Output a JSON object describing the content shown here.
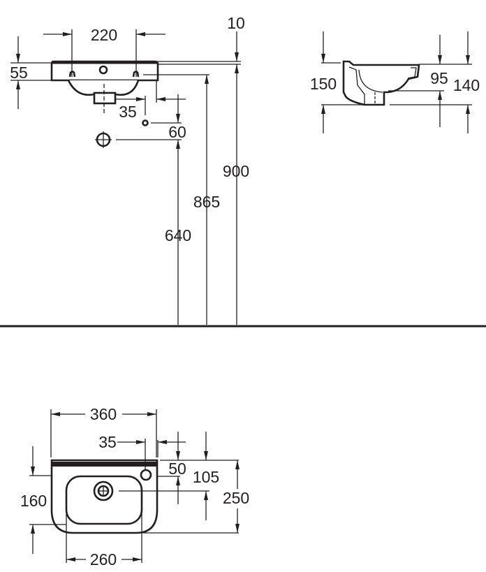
{
  "front_view": {
    "basin_width": "220",
    "rim_height": "55",
    "rim_thickness": "10",
    "rim_to_floor": "900",
    "hole_to_floor": "865",
    "waste_to_floor": "640",
    "waste_offset": "35",
    "tap_drop": "60"
  },
  "side_view": {
    "overall_depth": "150",
    "bowl_depth": "95",
    "height": "140"
  },
  "plan_view": {
    "overall_width": "360",
    "tap_offset": "35",
    "tap_from_back": "50",
    "waste_from_back": "105",
    "overall_projection": "250",
    "bowl_depth": "160",
    "bowl_width": "260"
  },
  "colors": {
    "line": "#231f20",
    "background": "#ffffff"
  }
}
